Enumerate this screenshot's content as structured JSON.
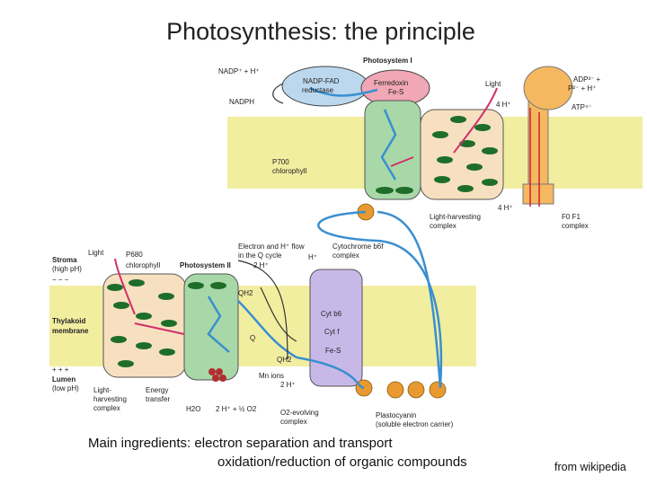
{
  "title": "Photosynthesis: the principle",
  "caption": {
    "line1": "Main ingredients: electron separation and transport",
    "line2": "oxidation/reduction of organic compounds"
  },
  "credit": "from wikipedia",
  "diagram": {
    "photosystem1": "Photosystem I",
    "nadp_h": "NADP⁺ + H⁺",
    "nadph": "NADPH",
    "nadp_fad_1": "NADP-FAD",
    "nadp_fad_2": "reductase",
    "ferredoxin_1": "Ferredoxin",
    "ferredoxin_2": "Fe-S",
    "light_top": "Light",
    "h4_top": "4 H⁺",
    "adp": "ADP³⁻ +",
    "pi": "P²⁻ + H⁺",
    "atp": "ATP⁴⁻",
    "p700_1": "P700",
    "p700_2": "chlorophyll",
    "lhc_top_1": "Light-harvesting",
    "lhc_top_2": "complex",
    "h4_mid": "4 H⁺",
    "f0f1_1": "F0 F1",
    "f0f1_2": "complex",
    "light_left": "Light",
    "p680_1": "P680",
    "p680_2": "chlorophyll",
    "photosystem2": "Photosystem II",
    "eh_flow_1": "Electron and H⁺ flow",
    "eh_flow_2": "in the Q cycle",
    "h2_q": "2 H⁺",
    "cyt_bf_1": "Cytochrome b6f",
    "cyt_bf_2": "complex",
    "h_plus": "H⁺",
    "stroma_1": "Stroma",
    "stroma_2": "(high pH)",
    "stroma_sign": "− − −",
    "qh2_top": "QH2",
    "thylakoid_1": "Thylakoid",
    "thylakoid_2": "membrane",
    "cyt_b6": "Cyt b6",
    "cyt_f": "Cyt f",
    "q": "Q",
    "fes": "Fe-S",
    "qh2_bottom": "QH2",
    "lumen_sign": "+ + +",
    "lumen_1": "Lumen",
    "lumen_2": "(low pH)",
    "mn_ions": "Mn ions",
    "h2_bottom": "2 H⁺",
    "lhc_bottom_1": "Light-",
    "lhc_bottom_2": "harvesting",
    "lhc_bottom_3": "complex",
    "energy_1": "Energy",
    "energy_2": "transfer",
    "h2o": "H2O",
    "water_split": "2 H⁺ + ½ O2",
    "oec_1": "O2-evolving",
    "oec_2": "complex",
    "pc_1": "Plastocyanin",
    "pc_2": "(soluble electron carrier)"
  },
  "colors": {
    "membrane": "#f2eea0",
    "lhc": "#f7e0c0",
    "photosystem": "#a8d8a8",
    "cytochrome": "#c8b8e8",
    "atp_synthase": "#f5b860",
    "carrier": "#e89a30",
    "chlorophyll": "#1e6e2a",
    "electron_path": "#3a8fd0",
    "light_arrow": "#d0306a"
  }
}
